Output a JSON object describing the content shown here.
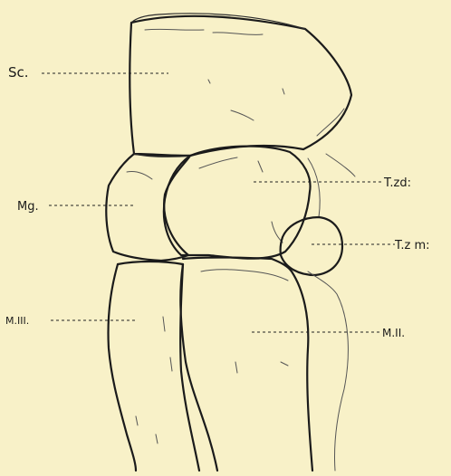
{
  "labels": {
    "sc": "Sc.",
    "mg": "Mg.",
    "miii": "M.III.",
    "tzd": "T.zd:",
    "tzm": "T.z m:",
    "mii": "M.II."
  }
}
